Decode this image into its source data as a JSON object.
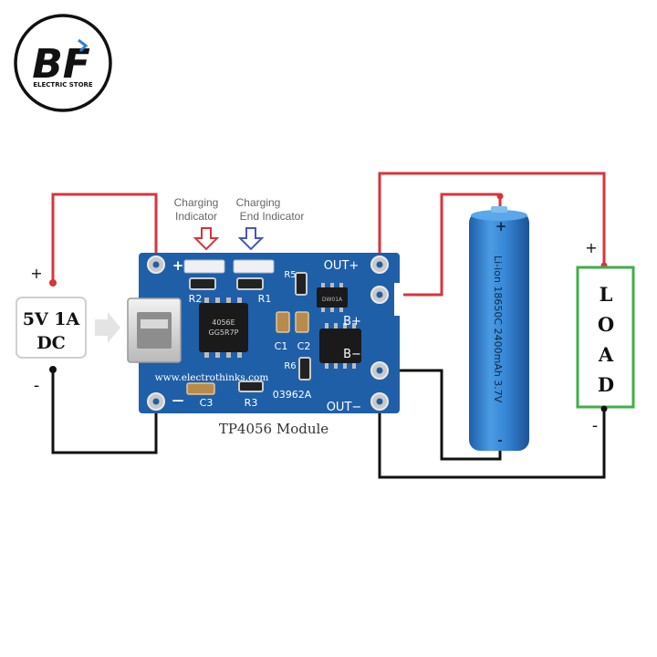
{
  "logo": {
    "monogram": "BF",
    "subtitle": "ELECTRIC STORE"
  },
  "power_source": {
    "label_line1": "5V 1A",
    "label_line2": "DC",
    "plus_sign": "+",
    "minus_sign": "-"
  },
  "indicators": {
    "charging_line1": "Charging",
    "charging_line2": "Indicator",
    "end_line1": "Charging",
    "end_line2": "End Indicator"
  },
  "module": {
    "caption": "TP4056 Module",
    "website": "www.electrothinks.com",
    "board_code": "03962A",
    "pad_plus": "+",
    "pad_minus": "—",
    "out_plus": "OUT+",
    "b_plus": "B+",
    "b_minus": "B−",
    "out_minus": "OUT−",
    "r1": "R1",
    "r2": "R2",
    "r3": "R3",
    "r5": "R5",
    "r6": "R6",
    "c1": "C1",
    "c2": "C2",
    "c3": "C3",
    "chip1_line1": "4056E",
    "chip1_line2": "GG5R7P",
    "chip2_line1": "DW01A"
  },
  "battery": {
    "label": "Li-ion 18650C 2400mAh 3.7V",
    "plus_sign": "+",
    "minus_sign": "-"
  },
  "load": {
    "letters": [
      "L",
      "O",
      "A",
      "D"
    ],
    "plus_sign": "+",
    "minus_sign": "-"
  },
  "colors": {
    "positive_wire": "#d8343c",
    "negative_wire": "#111111",
    "pcb": "#1f5fa8",
    "battery": "#2f7fd0",
    "load_border": "#3fae49",
    "charging_arrow": "#d8343c",
    "end_arrow": "#4a55c0"
  }
}
